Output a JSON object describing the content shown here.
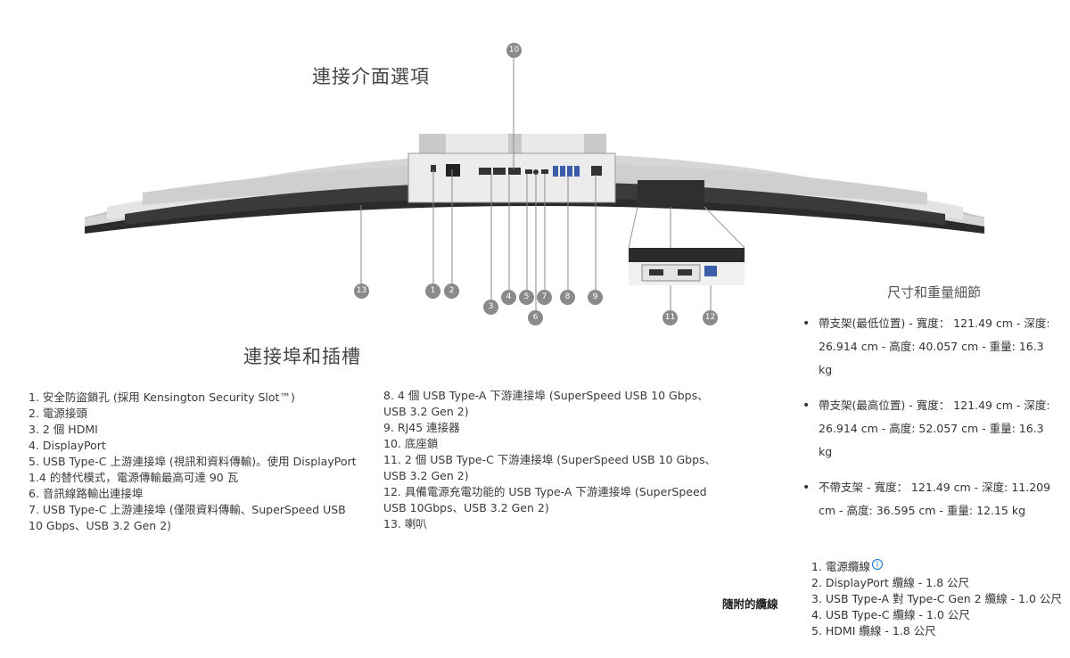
{
  "headings": {
    "connectivity": "連接介面選項",
    "ports": "連接埠和插槽",
    "dims": "尺寸和重量細節",
    "cables": "隨附的纜線"
  },
  "callouts": [
    "1",
    "2",
    "3",
    "4",
    "5",
    "6",
    "7",
    "8",
    "9",
    "10",
    "11",
    "12",
    "13"
  ],
  "ports_col1": [
    "1. 安全防盜鎖孔 (採用 Kensington Security Slot™)",
    "2. 電源接頭",
    "3. 2 個 HDMI",
    "4. DisplayPort",
    "5. USB Type-C 上游連接埠 (視訊和資料傳輸)。使用 DisplayPort 1.4 的替代模式，電源傳輸最高可達 90 瓦",
    "6. 音訊線路輸出連接埠",
    "7. USB Type-C 上游連接埠 (僅限資料傳輸、SuperSpeed USB 10 Gbps、USB 3.2 Gen 2)"
  ],
  "ports_col2": [
    "8. 4 個 USB Type-A 下游連接埠 (SuperSpeed USB 10 Gbps、USB 3.2 Gen 2)",
    "9. RJ45 連接器",
    "10. 底座鎖",
    "11. 2 個 USB Type-C 下游連接埠 (SuperSpeed USB 10 Gbps、USB 3.2 Gen 2)",
    "12. 具備電源充電功能的 USB Type-A 下游連接埠 (SuperSpeed USB 10Gbps、USB 3.2 Gen 2)",
    "13. 喇叭"
  ],
  "dims": [
    "帶支架(最低位置) - 寬度： 121.49 cm - 深度: 26.914 cm - 高度: 40.057 cm - 重量: 16.3 kg",
    "帶支架(最高位置) - 寬度： 121.49 cm - 深度: 26.914 cm - 高度: 52.057 cm - 重量: 16.3 kg",
    "不帶支架 - 寬度： 121.49 cm - 深度: 11.209 cm - 高度: 36.595 cm - 重量: 12.15 kg"
  ],
  "cables": [
    "1. 電源纜線",
    "2. DisplayPort 纜線 - 1.8 公尺",
    "3. USB Type-A 對 Type-C Gen 2 纜線 - 1.0 公尺",
    "4. USB Type-C 纜線 - 1.0 公尺",
    "5. HDMI 纜線 - 1.8 公尺"
  ],
  "icons": {
    "info": "info-icon",
    "bullet": "bullet"
  },
  "colors": {
    "callout": "#8a8a8a",
    "monitor_body": "#d9d9d9",
    "monitor_dark": "#2b2b2b",
    "info": "#0a6ed1"
  }
}
